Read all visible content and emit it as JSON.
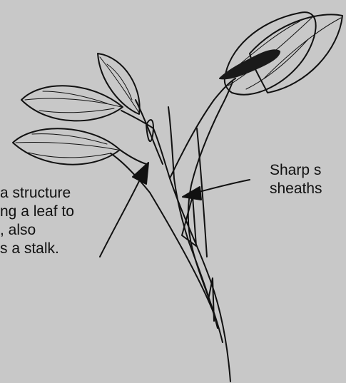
{
  "figure": {
    "annotation_left": {
      "lines": [
        "a structure",
        "ng a leaf to",
        ", also",
        "s a stalk."
      ]
    },
    "annotation_right": {
      "lines": [
        "Sharp s",
        "sheaths"
      ]
    },
    "colors": {
      "background": "#c8c8c8",
      "ink": "#111111",
      "spike": "#1a1a1a"
    }
  }
}
